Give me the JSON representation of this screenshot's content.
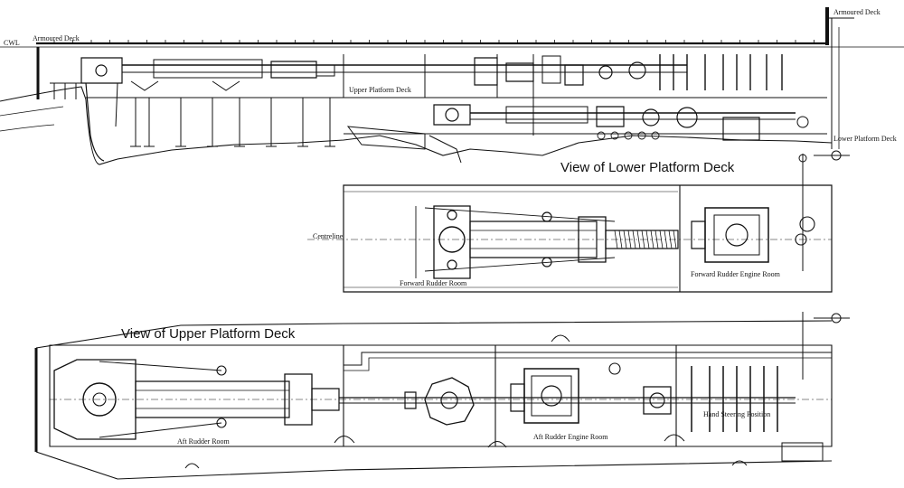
{
  "side_elevation": {
    "cwl_label": "CWL",
    "armoured_deck_label_left": "Armoured Deck",
    "armoured_deck_label_right": "Armoured Deck",
    "upper_platform_deck_label": "Upper Platform Deck",
    "lower_platform_deck_label": "Lower Platform Deck"
  },
  "lower_platform_view": {
    "title": "View of Lower Platform Deck",
    "centreline_label": "Centreline",
    "forward_rudder_room_label": "Forward Rudder Room",
    "forward_rudder_engine_room_label": "Forward Rudder Engine Room"
  },
  "upper_platform_view": {
    "title": "View of Upper Platform Deck",
    "aft_rudder_room_label": "Aft   Rudder   Room",
    "aft_rudder_engine_room_label": "Aft  Rudder Engine  Room",
    "hand_steering_position_label": "Hand Steering Position"
  },
  "colors": {
    "ink": "#111111",
    "paper": "#ffffff"
  }
}
